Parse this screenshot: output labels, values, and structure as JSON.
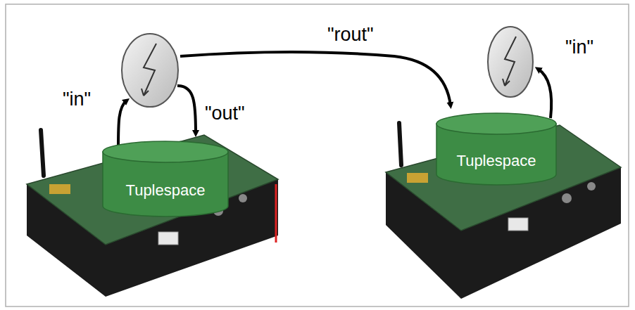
{
  "diagram": {
    "nodes": [
      {
        "text": [
          "Tuplespace"
        ]
      },
      {
        "text": [
          "Tuplespace"
        ]
      }
    ],
    "labels": [
      "\"in\"",
      "\"out\"",
      "\"rout\"",
      "\"in\""
    ]
  }
}
